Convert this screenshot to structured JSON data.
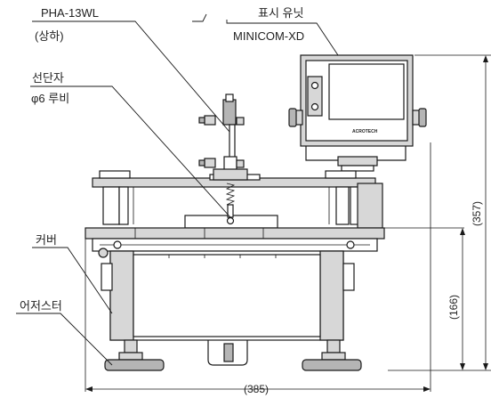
{
  "labels": {
    "pha_model": "PHA-13WL",
    "pha_sub": "(상하)",
    "display_title": "표시 유닛",
    "display_model": "MINICOM-XD",
    "probe_title": "선단자",
    "probe_sub": "φ6 루비",
    "cover": "커버",
    "adjuster": "어저스터",
    "brand": "ACROTECH"
  },
  "dimensions": {
    "total_height": "(357)",
    "table_height": "(166)",
    "width": "(385)"
  }
}
